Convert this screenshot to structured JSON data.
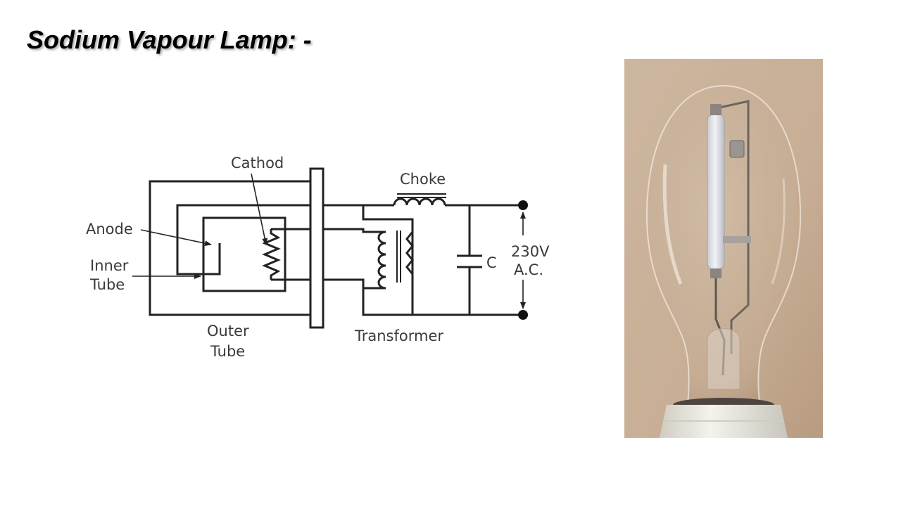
{
  "slide": {
    "title": "Sodium Vapour Lamp: -"
  },
  "diagram": {
    "labels": {
      "cathode": "Cathod",
      "choke": "Choke",
      "anode": "Anode",
      "inner_tube_line1": "Inner",
      "inner_tube_line2": "Tube",
      "outer_tube_line1": "Outer",
      "outer_tube_line2": "Tube",
      "transformer": "Transformer",
      "capacitor": "C",
      "supply_line1": "230V",
      "supply_line2": "A.C."
    }
  },
  "photo": {
    "subject": "high-pressure sodium lamp bulb"
  },
  "colors": {
    "diagram_stroke": "#222222",
    "label_text": "#3a3a3a",
    "photo_background": "#c9b29a",
    "lamp_tube": "#e6e8ec",
    "lamp_base": "#eae9e1"
  }
}
